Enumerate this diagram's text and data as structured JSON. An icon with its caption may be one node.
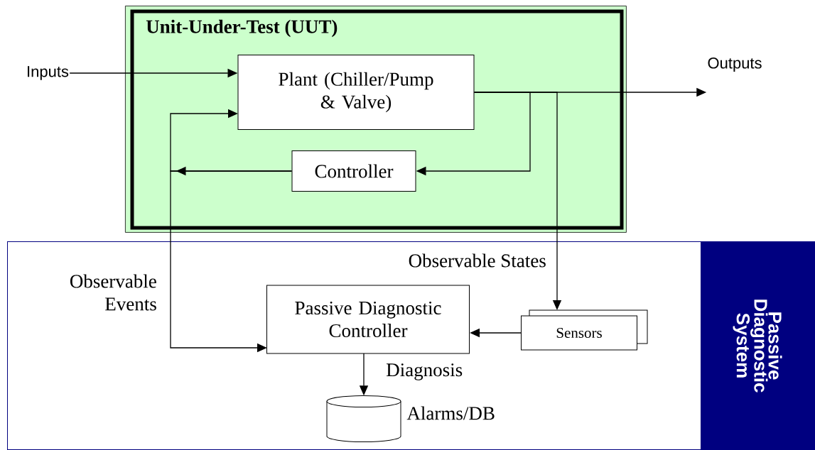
{
  "diagram": {
    "nodes": [
      {
        "text": [
          "Unit-Under-Test (UUT)"
        ]
      },
      {
        "text": [
          "Inputs"
        ]
      },
      {
        "text": [
          "Plant (Chiller/Pump & Valve)"
        ],
        "in": 0
      },
      {
        "text": [
          "Outputs"
        ]
      },
      {
        "text": [
          "Controller"
        ],
        "in": 0
      },
      {
        "text": [
          "Passive Diagnostic System"
        ]
      },
      {
        "text": [
          "Passive Diagnostic Controller"
        ],
        "in": 5
      },
      {
        "text": [
          "Sensors"
        ],
        "in": 5
      },
      {
        "text": [],
        "shape": "cylinder",
        "beside": [
          "Alarms/DB"
        ],
        "in": 5
      }
    ],
    "edges": [
      {
        "from": 1,
        "to": 2,
        "arrow": "to"
      },
      {
        "from": 2,
        "to": 3,
        "arrow": "to"
      },
      {
        "from": 2,
        "to": 4,
        "arrow": "to"
      },
      {
        "from": 2,
        "to": 7,
        "arrow": "to",
        "label": "Observable States"
      },
      {
        "from": 4,
        "to": 2,
        "arrow": "to"
      },
      {
        "from": 4,
        "to": 6,
        "arrow": "to",
        "label": "Observable Events"
      },
      {
        "from": 7,
        "to": 6,
        "arrow": "to"
      },
      {
        "from": 6,
        "to": 8,
        "arrow": "to",
        "label": "Diagnosis"
      }
    ]
  }
}
